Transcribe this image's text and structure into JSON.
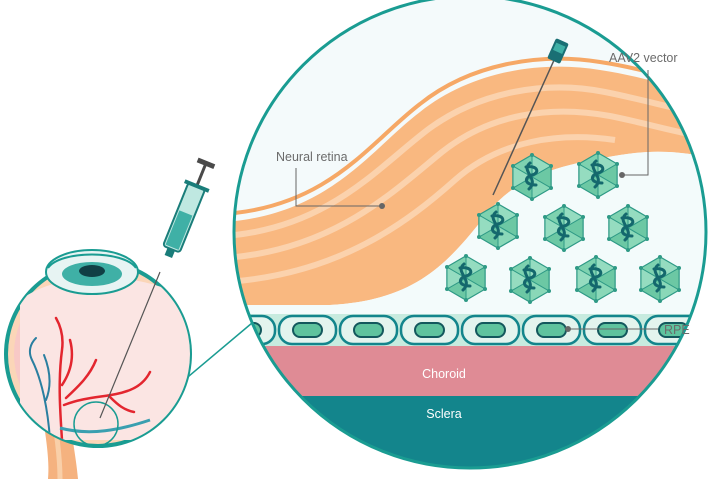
{
  "labels": {
    "neural_retina": "Neural retina",
    "aav2_vector": "AAV2 vector",
    "rpe": "RPE",
    "choroid": "Choroid",
    "sclera": "Sclera"
  },
  "colors": {
    "teal": "#1b8c8c",
    "dark_teal": "#136b70",
    "light_teal_fill": "#dff2ee",
    "retina_orange": "#f7b07a",
    "retina_light": "#fbd2ad",
    "choroid_pink": "#e08a94",
    "sclera_teal": "#13858c",
    "rpe_cell": "#e3f4ee",
    "rpe_nucleus": "#5fc39e",
    "virus_green": "#6ccba6",
    "eye_pink": "#f6c9cb",
    "vessel_red": "#e3262f"
  },
  "icons": [
    "syringe-icon",
    "eye-illustration",
    "virus-particle-icon"
  ]
}
